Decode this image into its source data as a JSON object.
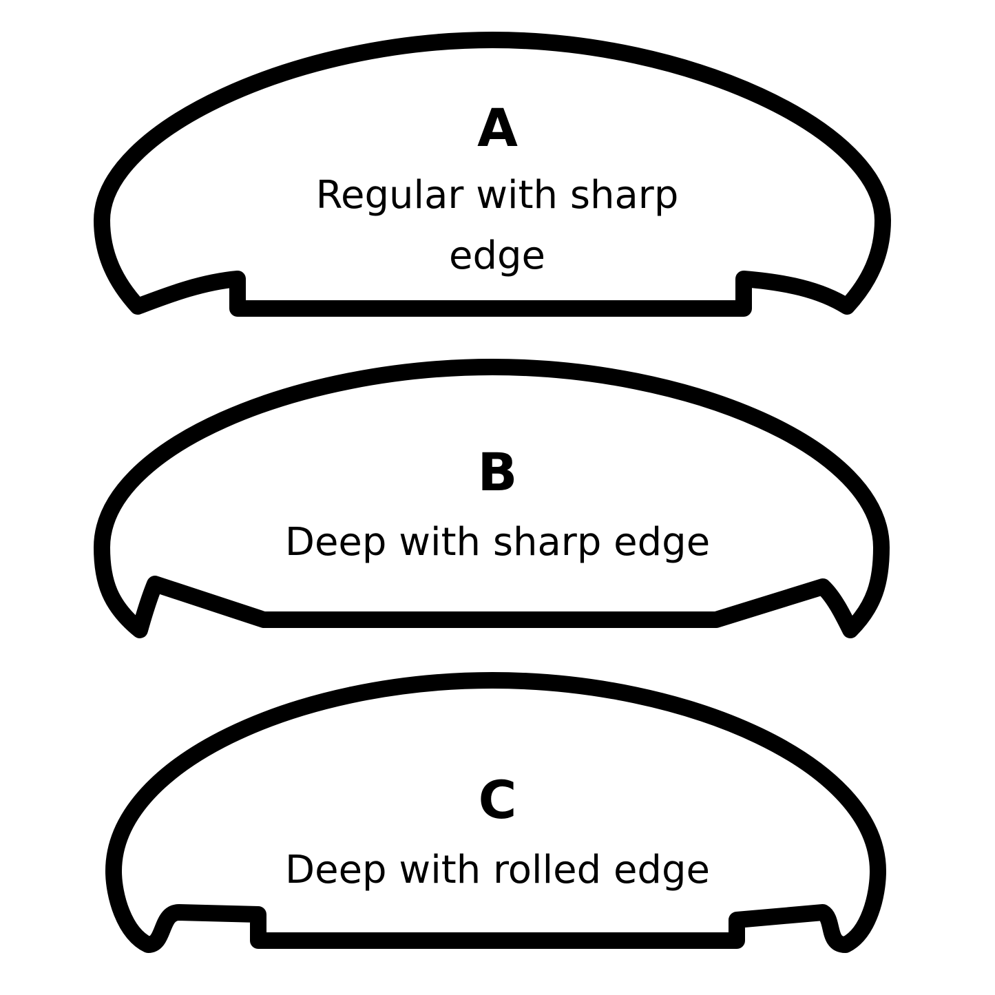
{
  "profiles": [
    {
      "letter": "A",
      "description": "Regular with sharp edge"
    },
    {
      "letter": "B",
      "description": "Deep with sharp edge"
    },
    {
      "letter": "C",
      "description": "Deep with rolled edge"
    }
  ],
  "colors": {
    "outline": "#000000",
    "background": "#ffffff"
  }
}
